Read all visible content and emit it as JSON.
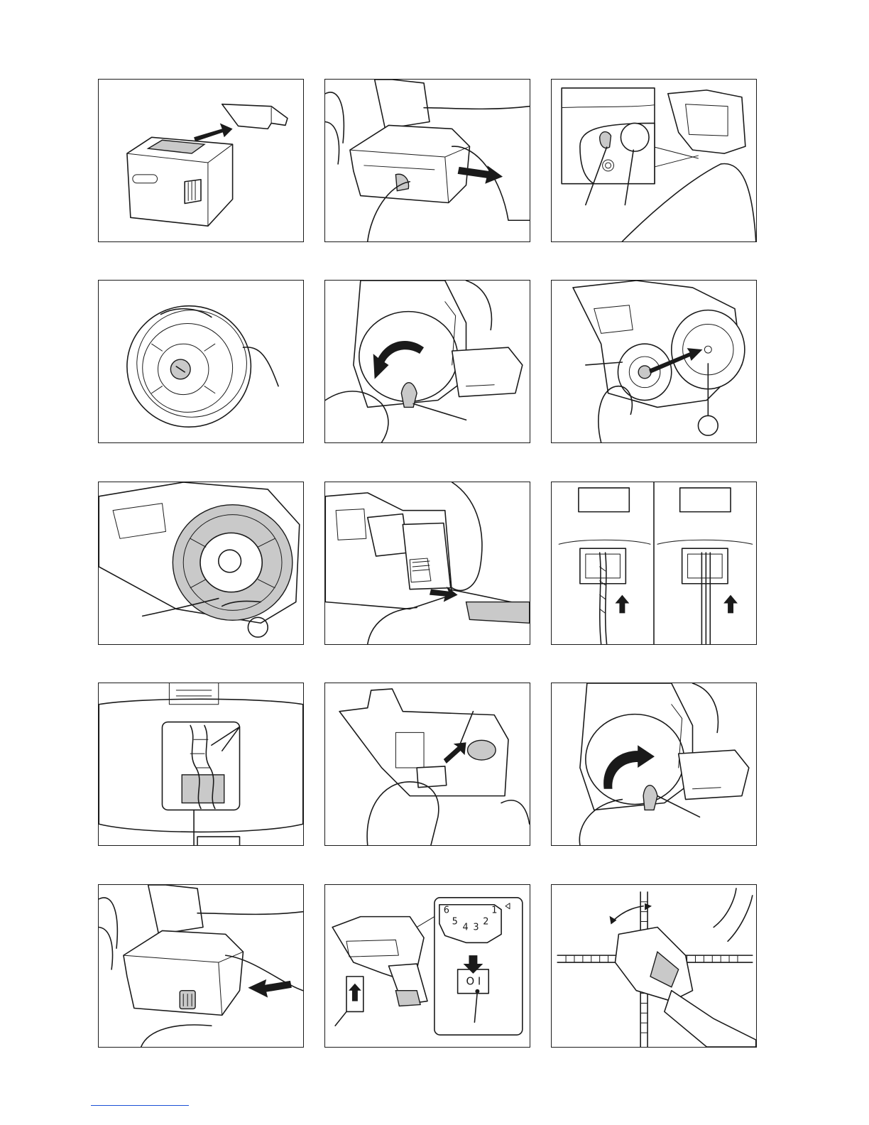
{
  "figures": [
    {
      "id": "fig-1",
      "subject": "battery-cap"
    },
    {
      "id": "fig-2",
      "subject": "battery-removal"
    },
    {
      "id": "fig-3",
      "subject": "release-button-detail"
    },
    {
      "id": "fig-4",
      "subject": "wire-reel"
    },
    {
      "id": "fig-5",
      "subject": "open-reel-cover"
    },
    {
      "id": "fig-6",
      "subject": "insert-reel"
    },
    {
      "id": "fig-7",
      "subject": "reel-seated"
    },
    {
      "id": "fig-8",
      "subject": "feed-wire"
    },
    {
      "id": "fig-9",
      "subject": "wire-guide-check"
    },
    {
      "id": "fig-10",
      "subject": "wire-guide-detail"
    },
    {
      "id": "fig-11",
      "subject": "push-lever"
    },
    {
      "id": "fig-12",
      "subject": "close-reel-cover"
    },
    {
      "id": "fig-13",
      "subject": "battery-insertion"
    },
    {
      "id": "fig-14",
      "subject": "dial-and-switch"
    },
    {
      "id": "fig-15",
      "subject": "tying-rebar"
    }
  ],
  "dial": {
    "numbers": [
      "6",
      "5",
      "4",
      "3",
      "2",
      "1"
    ]
  },
  "power_switch": {
    "label": "O I"
  }
}
